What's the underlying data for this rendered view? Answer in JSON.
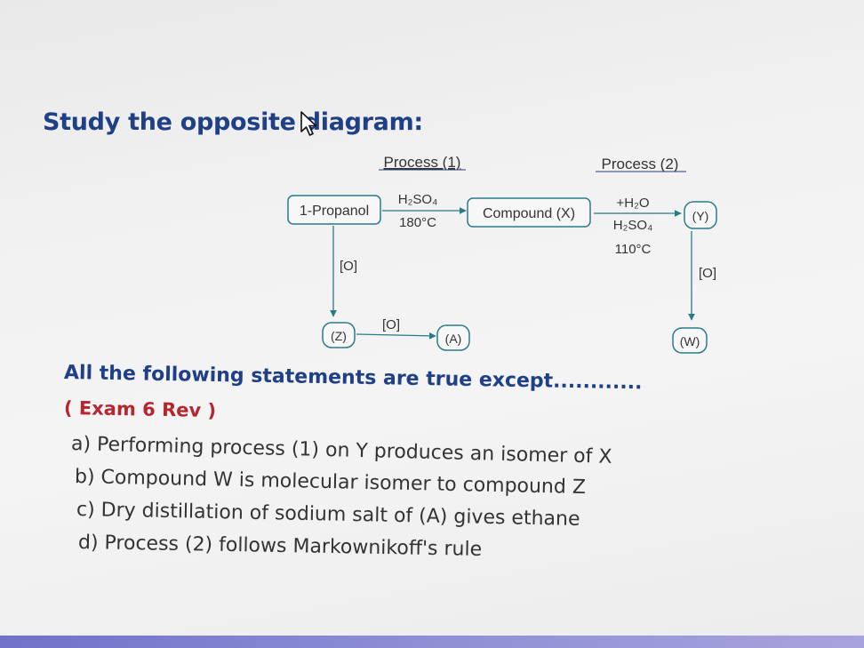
{
  "title": "Study the opposite diagram:",
  "diagram": {
    "process1_label": "Process (1)",
    "process2_label": "Process (2)",
    "start_compound": "1-Propanol",
    "process1_reagent": "H₂SO₄",
    "process1_condition": "180°C",
    "compound_x": "Compound (X)",
    "process2_reagent_top": "+H₂O",
    "process2_reagent_mid": "H₂SO₄",
    "process2_condition": "110°C",
    "compound_y": "(Y)",
    "compound_w": "(W)",
    "compound_z": "(Z)",
    "compound_a": "(A)",
    "oxidation_left": "[O]",
    "oxidation_bottom": "[O]",
    "oxidation_right": "[O]"
  },
  "question": "All the following statements are true except............",
  "exam_tag": "( Exam 6 Rev )",
  "options": [
    {
      "text": "a) Performing process (1) on Y produces an isomer of X"
    },
    {
      "text": "b) Compound W is molecular isomer to compound Z"
    },
    {
      "text": "c) Dry distillation of sodium salt of (A) gives ethane"
    },
    {
      "text": "d) Process (2) follows Markownikoff's rule"
    }
  ],
  "colors": {
    "heading": "#1f3f86",
    "exam_tag": "#b5262f",
    "body_text": "#333333",
    "box_border": "#2a7a8c"
  }
}
